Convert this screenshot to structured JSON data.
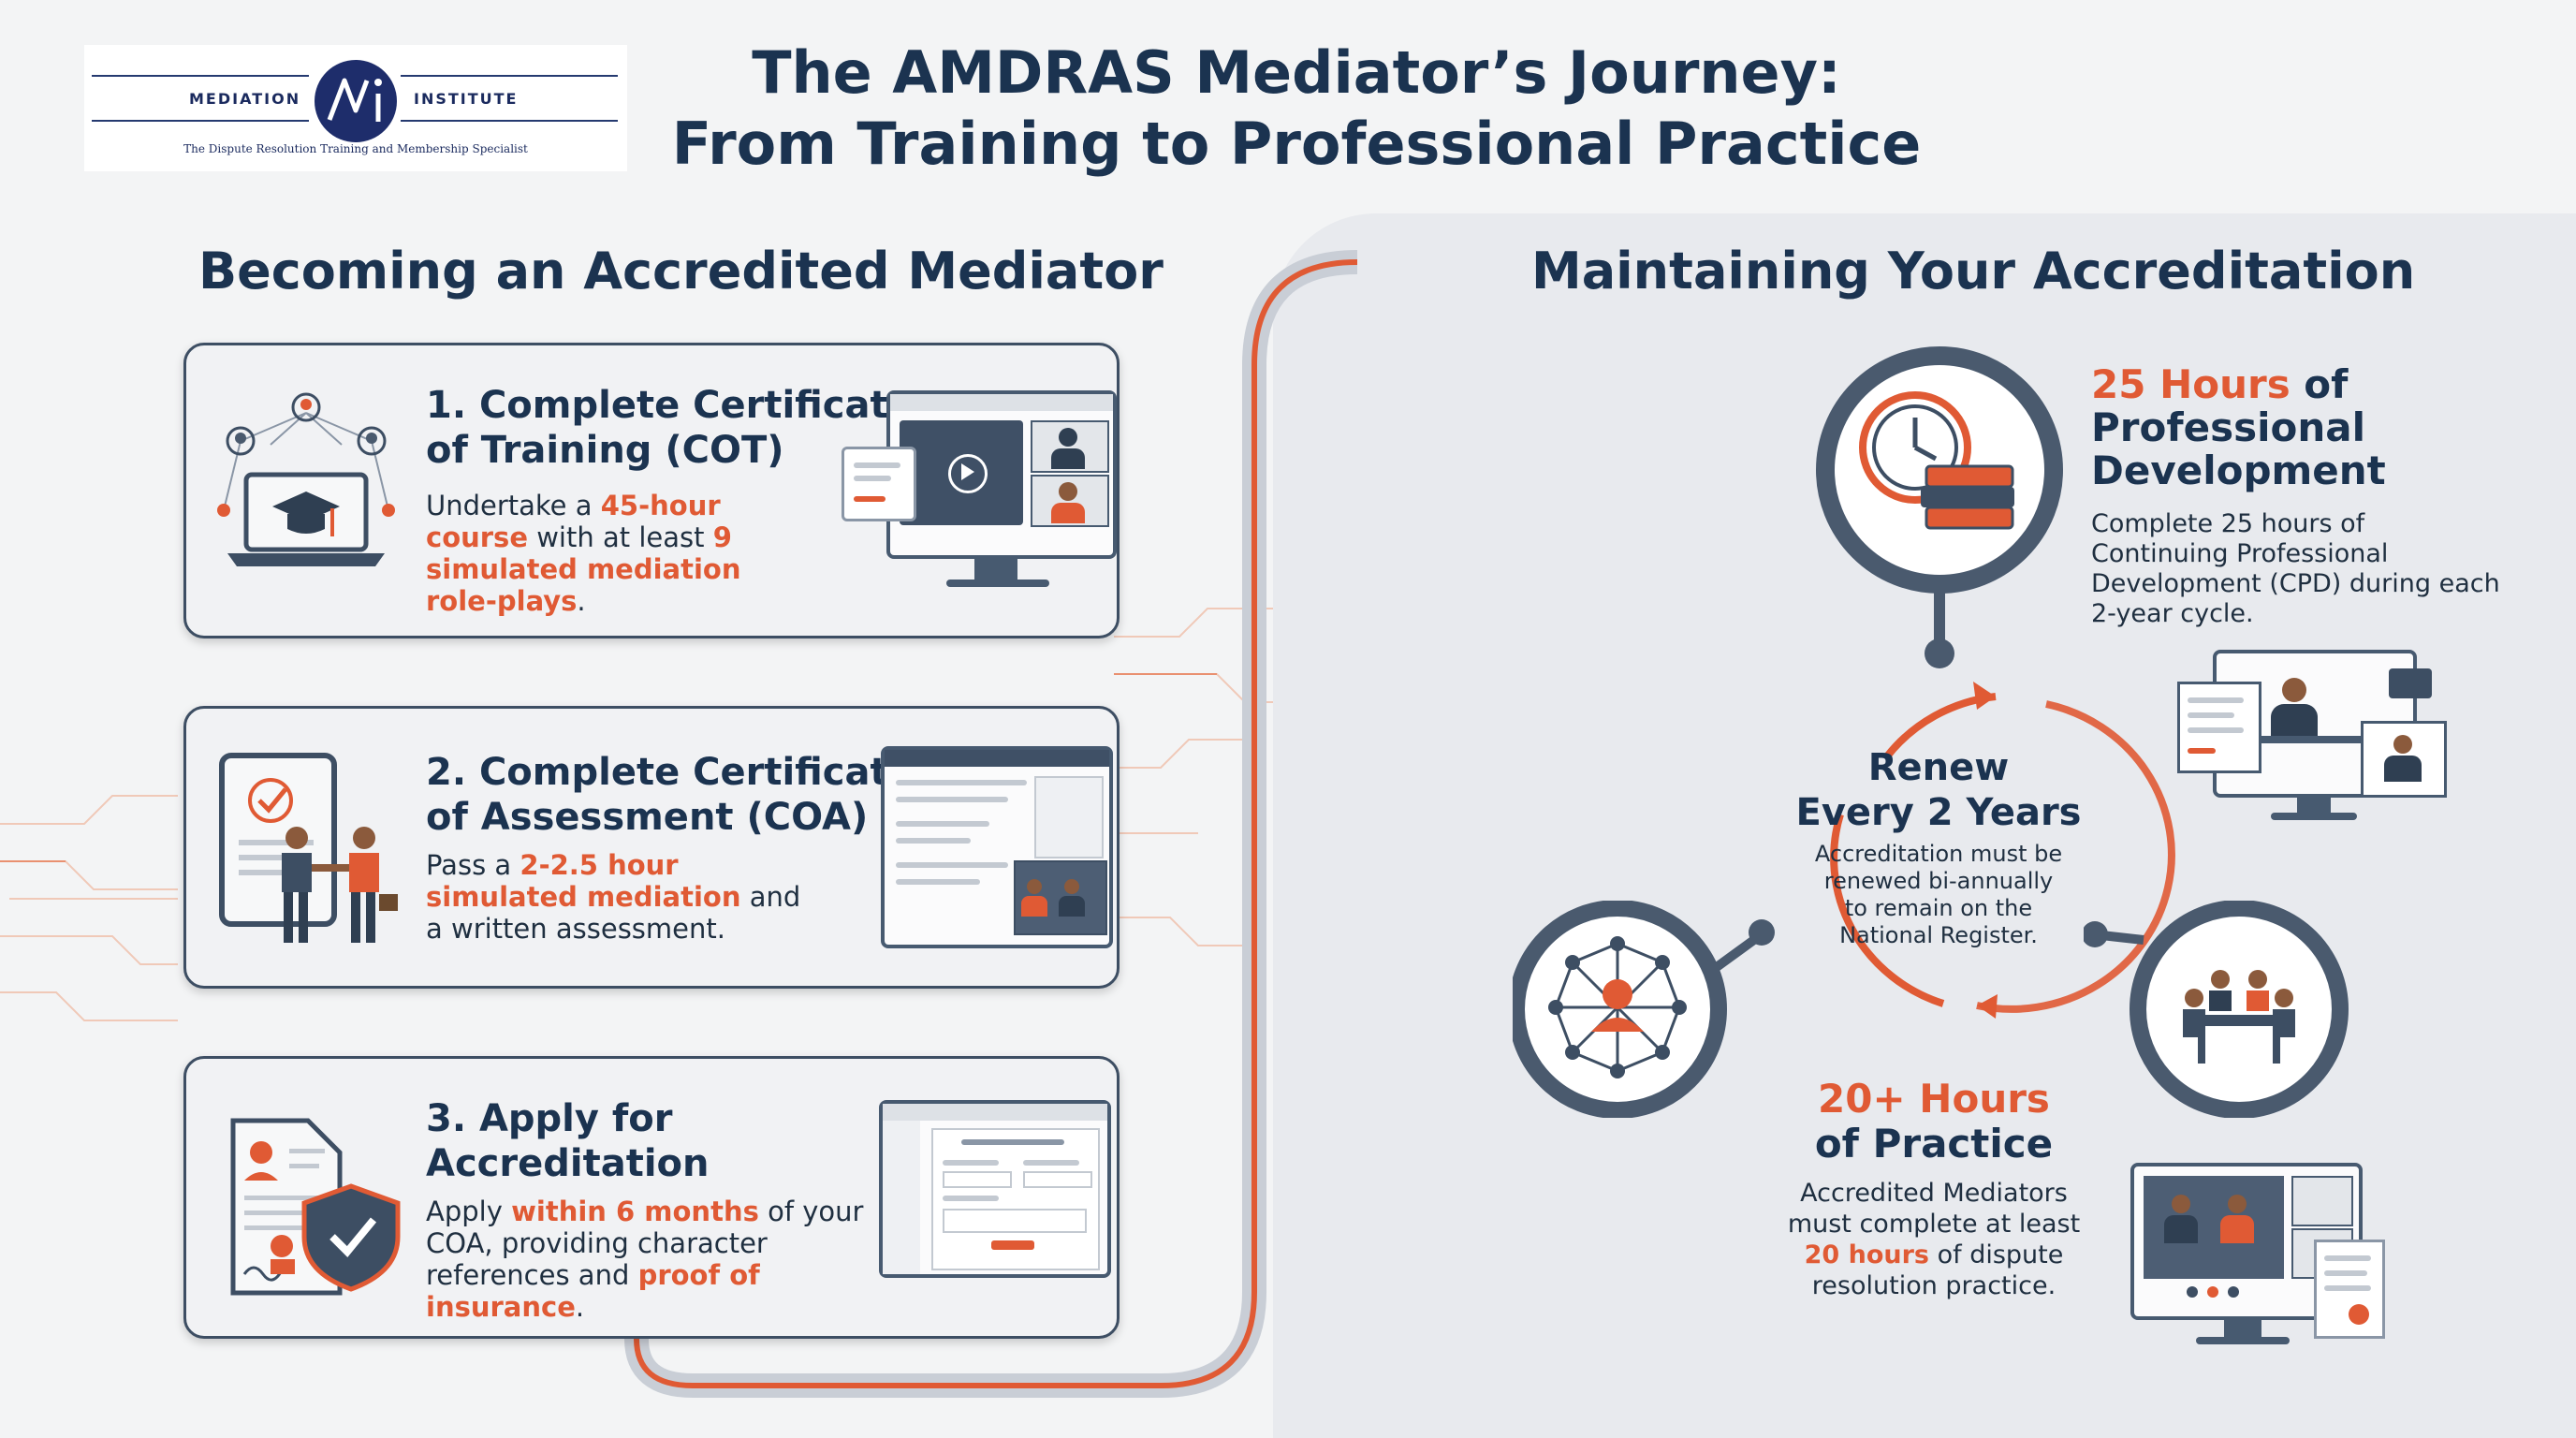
{
  "header": {
    "logo": {
      "left_text": "MEDIATION",
      "right_text": "INSTITUTE",
      "tagline": "The Dispute Resolution Training and Membership Specialist",
      "mark": "Mi"
    },
    "title_line1": "The AMDRAS Mediator’s Journey:",
    "title_line2": "From Training to Professional Practice"
  },
  "left": {
    "title": "Becoming an Accredited Mediator",
    "steps": [
      {
        "heading_line1": "1. Complete Certificate",
        "heading_line2": "of Training (COT)",
        "text": [
          {
            "t": "Undertake a ",
            "hl": false
          },
          {
            "t": "45-hour course",
            "hl": true
          },
          {
            "t": " with at least ",
            "hl": false
          },
          {
            "t": "9 simulated mediation role-plays",
            "hl": true
          },
          {
            "t": ".",
            "hl": false
          }
        ]
      },
      {
        "heading_line1": "2. Complete Certificate",
        "heading_line2": "of Assessment (COA)",
        "text": [
          {
            "t": "Pass a ",
            "hl": false
          },
          {
            "t": "2-2.5 hour simulated mediation",
            "hl": true
          },
          {
            "t": " and a written assessment.",
            "hl": false
          }
        ]
      },
      {
        "heading_line1": "3. Apply for",
        "heading_line2": "Accreditation",
        "text": [
          {
            "t": "Apply ",
            "hl": false
          },
          {
            "t": "within 6 months",
            "hl": true
          },
          {
            "t": " of your COA, providing character references and ",
            "hl": false
          },
          {
            "t": "proof of insurance",
            "hl": true
          },
          {
            "t": ".",
            "hl": false
          }
        ]
      }
    ]
  },
  "right": {
    "title": "Maintaining Your Accreditation",
    "cpd": {
      "heading_hl": "25 Hours",
      "heading_rest1": " of",
      "heading_line2": "Professional",
      "heading_line3": "Development",
      "text": "Complete 25 hours of Continuing Professional Development (CPD) during each 2-year cycle."
    },
    "renew": {
      "heading_line1": "Renew",
      "heading_line2": "Every 2 Years",
      "text": "Accreditation must be renewed bi-annually to remain on the National Register."
    },
    "practice": {
      "heading_hl": "20+ Hours",
      "heading_line2": "of Practice",
      "text_pre": "Accredited Mediators must complete at least ",
      "text_hl": "20 hours",
      "text_post": " of dispute resolution practice."
    }
  },
  "colors": {
    "navy": "#1b3350",
    "accent": "#e05a34",
    "slate": "#4a5a6e"
  },
  "icons": [
    "network-laptop-graduation-icon",
    "video-lesson-monitor-icon",
    "tablet-checkmark-handshake-icon",
    "assessment-software-window-icon",
    "document-shield-check-icon",
    "application-form-window-icon",
    "clock-books-icon",
    "video-conference-monitor-icon",
    "network-people-icon",
    "meeting-table-icon",
    "monitor-document-practice-icon",
    "renewal-cycle-arrows-icon"
  ]
}
